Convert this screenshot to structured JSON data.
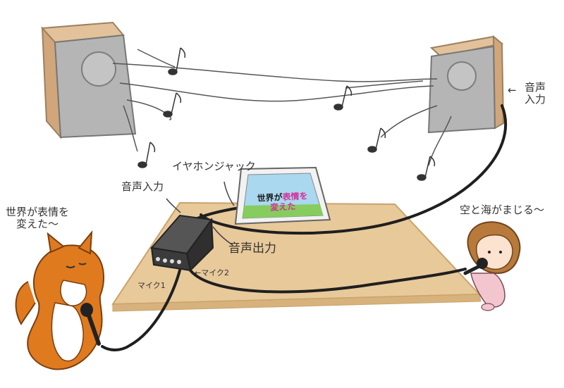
{
  "labels": {
    "speaker_input_line1": "音声",
    "speaker_input_line2": "入力",
    "speaker_input_arrow": "←",
    "earphone_jack": "イヤホンジャック",
    "mixer_input": "音声入力",
    "mixer_output": "音声出力",
    "mic1": "マイク1",
    "mic2": "マイク2",
    "mic2_arrow": "←",
    "fox_speech_line1": "世界が表情を",
    "fox_speech_line2": "変えた〜",
    "girl_speech": "空と海がまじる〜"
  },
  "tablet": {
    "text_part1": "世界が",
    "text_part2": "表情を",
    "text_part3": "変えた"
  },
  "colors": {
    "table": "#e8c99a",
    "speaker_wood": "#d9b48c",
    "speaker_grille": "#b3b3b3",
    "mixer": "#3b3b3b",
    "cable": "#1f1f1f",
    "fox": "#e07a1f",
    "girl_hair": "#b87a3a",
    "girl_shirt": "#f3c6cf",
    "sky": "#a9d8ef",
    "grass": "#86cc5e",
    "highlight_text": "#d62f9a"
  },
  "icons": [
    "music-note-icon",
    "speaker",
    "audio-mixer",
    "tablet",
    "microphone"
  ]
}
